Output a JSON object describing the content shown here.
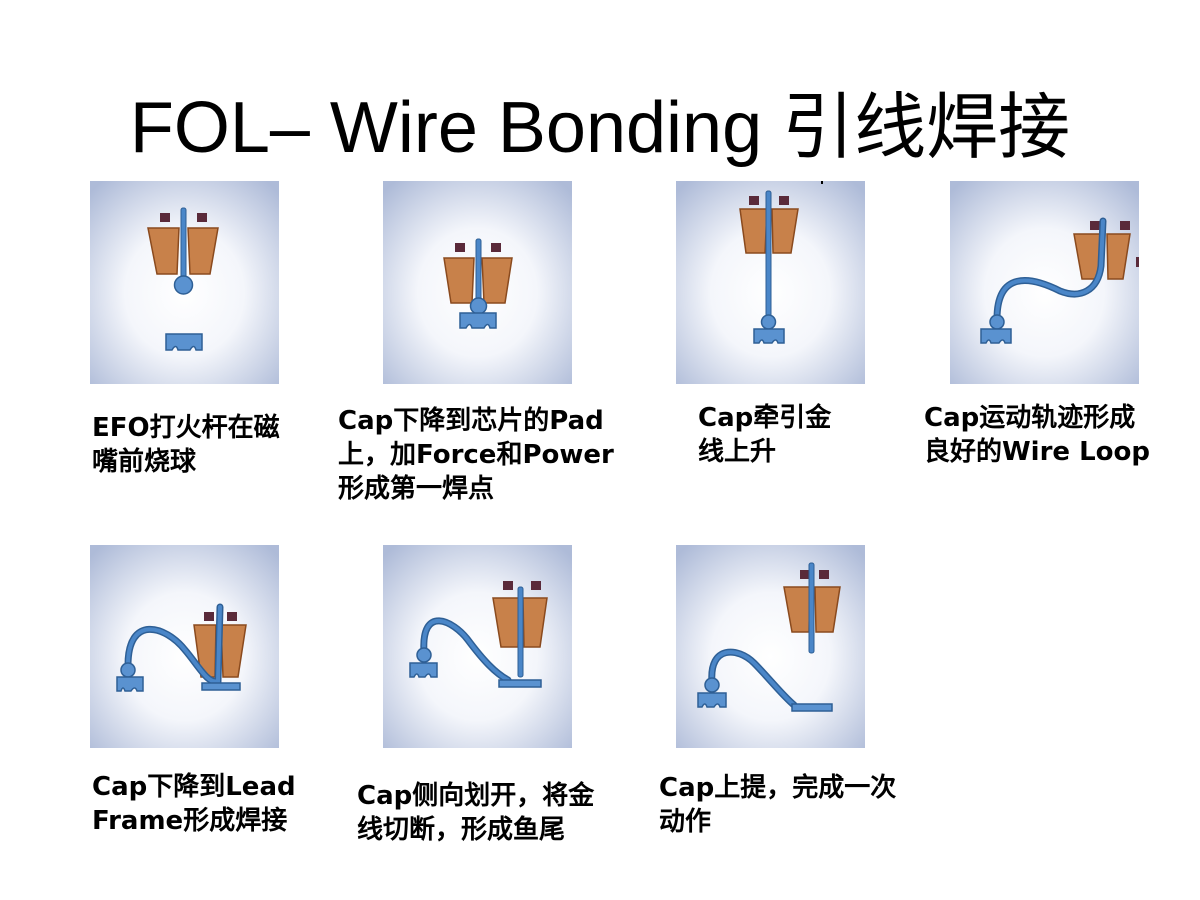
{
  "title": "FOL– Wire Bonding 引线焊接",
  "colors": {
    "background_center": "#ffffff",
    "background_edge": "#aebbd8",
    "capillary_fill": "#c8814a",
    "capillary_stroke": "#8a4a1e",
    "wire": "#4a86c8",
    "wire_stroke": "#2e5f95",
    "pad_fill": "#5a92d0",
    "marker": "#5a2a3a"
  },
  "steps": [
    {
      "lines": [
        "EFO打火杆在磁",
        "嘴前烧球"
      ]
    },
    {
      "lines": [
        "Cap下降到芯片的Pad",
        "上，加Force和Power",
        "形成第一焊点"
      ]
    },
    {
      "lines": [
        "Cap牵引金",
        "线上升"
      ]
    },
    {
      "lines": [
        "Cap运动轨迹形成",
        "良好的Wire Loop"
      ]
    },
    {
      "lines": [
        "Cap下降到Lead",
        "Frame形成焊接"
      ]
    },
    {
      "lines": [
        "Cap侧向划开，将金",
        "线切断，形成鱼尾"
      ]
    },
    {
      "lines": [
        "Cap上提，完成一次",
        "动作"
      ]
    }
  ]
}
